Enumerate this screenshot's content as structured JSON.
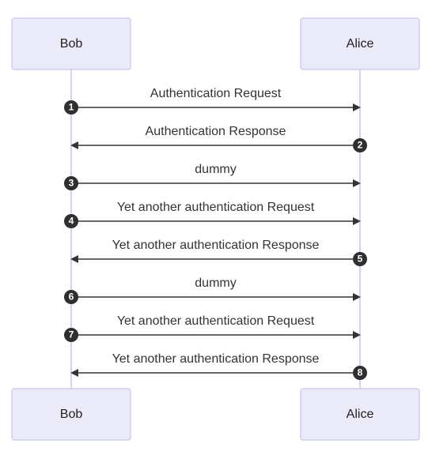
{
  "actors": [
    {
      "id": "bob",
      "label": "Bob"
    },
    {
      "id": "alice",
      "label": "Alice"
    }
  ],
  "messages": [
    {
      "num": "1",
      "text": "Authentication Request",
      "from": "bob",
      "to": "alice"
    },
    {
      "num": "2",
      "text": "Authentication Response",
      "from": "alice",
      "to": "bob"
    },
    {
      "num": "3",
      "text": "dummy",
      "from": "bob",
      "to": "alice"
    },
    {
      "num": "4",
      "text": "Yet another authentication Request",
      "from": "bob",
      "to": "alice"
    },
    {
      "num": "5",
      "text": "Yet another authentication Response",
      "from": "alice",
      "to": "bob"
    },
    {
      "num": "6",
      "text": "dummy",
      "from": "bob",
      "to": "alice"
    },
    {
      "num": "7",
      "text": "Yet another authentication Request",
      "from": "bob",
      "to": "alice"
    },
    {
      "num": "8",
      "text": "Yet another authentication Response",
      "from": "alice",
      "to": "bob"
    }
  ]
}
